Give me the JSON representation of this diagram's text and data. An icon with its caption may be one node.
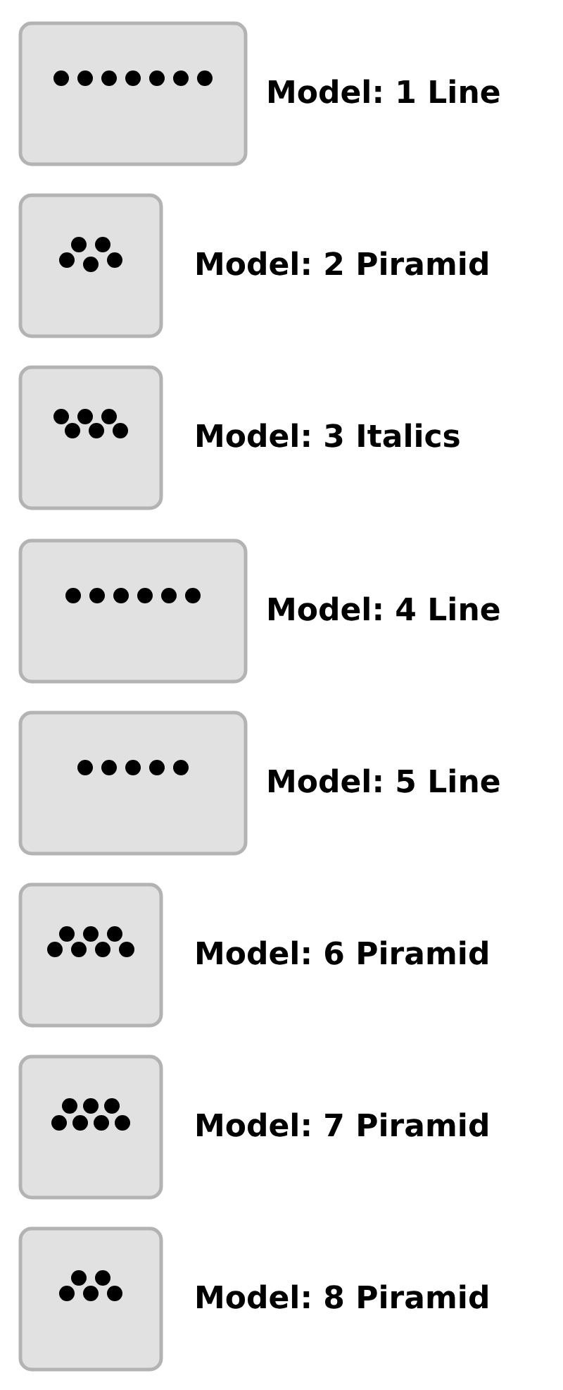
{
  "diagram": {
    "nodes": [
      {
        "text": [],
        "shape": "box",
        "beside": [
          "Model: 1 Line"
        ]
      },
      {
        "text": [],
        "shape": "box",
        "beside": [
          "Model: 2 Piramid"
        ]
      },
      {
        "text": [],
        "shape": "box",
        "beside": [
          "Model: 3 Italics"
        ]
      },
      {
        "text": [],
        "shape": "box",
        "beside": [
          "Model: 4 Line"
        ]
      },
      {
        "text": [],
        "shape": "box",
        "beside": [
          "Model: 5 Line"
        ]
      },
      {
        "text": [],
        "shape": "box",
        "beside": [
          "Model: 6 Piramid"
        ]
      },
      {
        "text": [],
        "shape": "box",
        "beside": [
          "Model: 7 Piramid"
        ]
      },
      {
        "text": [],
        "shape": "box",
        "beside": [
          "Model: 8 Piramid"
        ]
      }
    ]
  }
}
